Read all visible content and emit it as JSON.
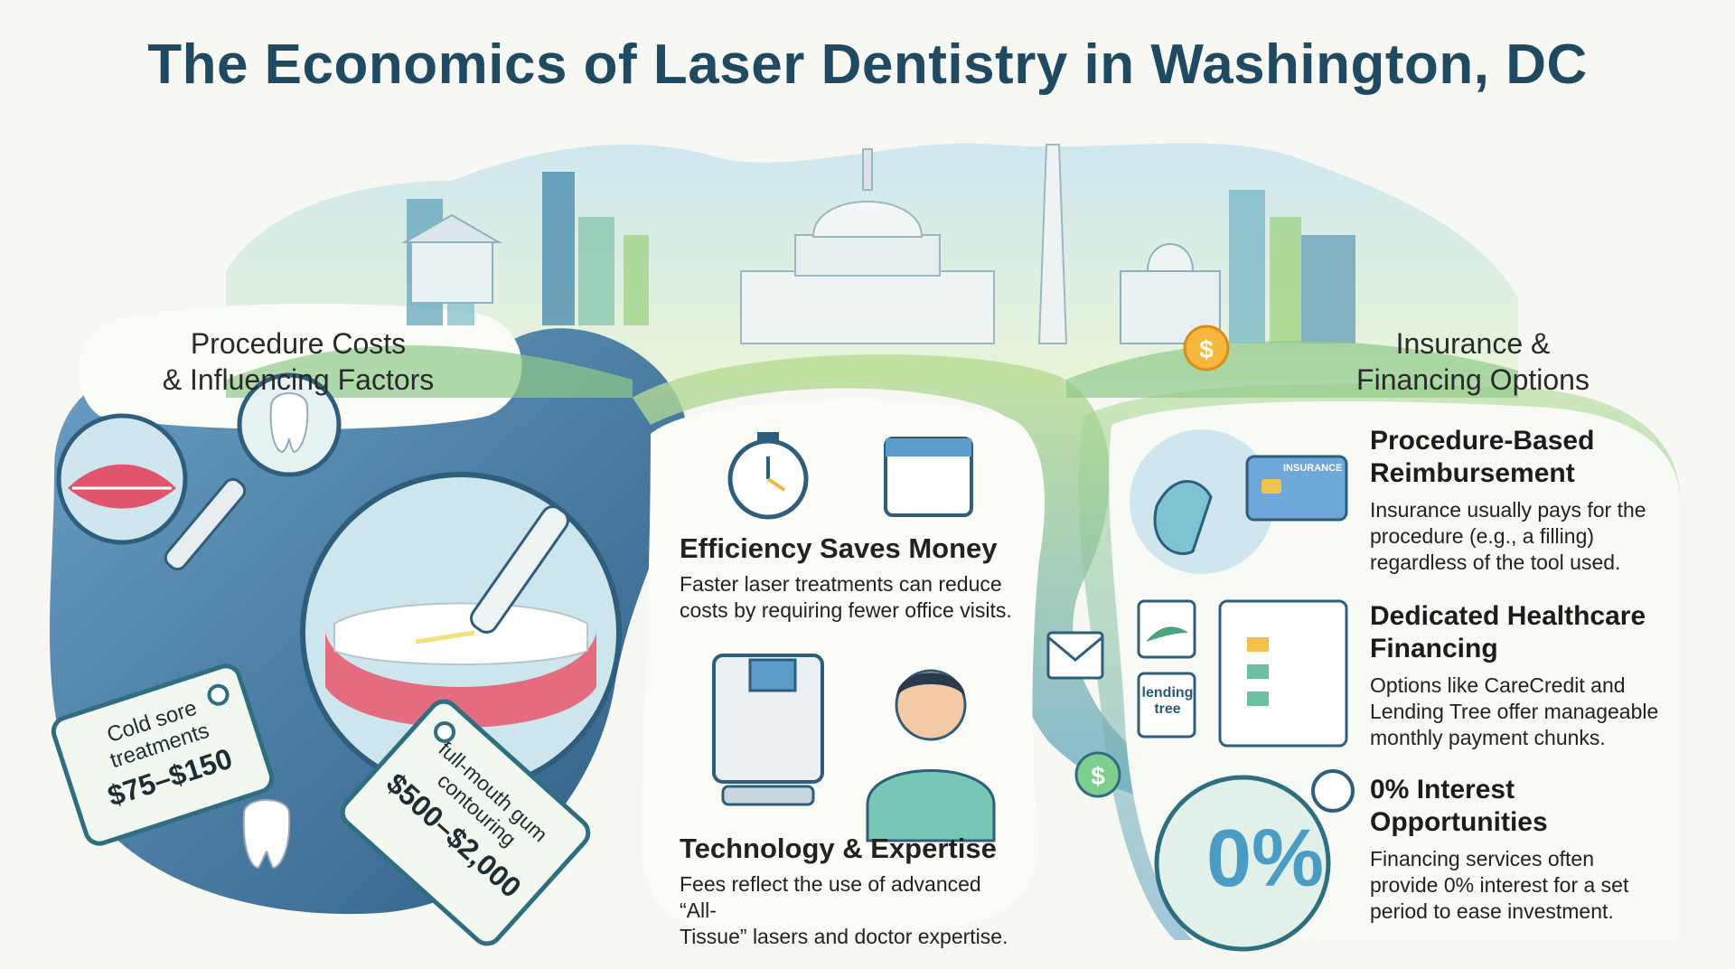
{
  "title": "The Economics of Laser Dentistry in Washington, DC",
  "left_section": {
    "title_line1": "Procedure Costs",
    "title_line2": "& Influencing Factors",
    "tag1": {
      "line1": "Cold sore",
      "line2": "treatments",
      "price": "$75–$150"
    },
    "tag2": {
      "line1": "full-mouth gum",
      "line2": "contouring",
      "price": "$500–$2,000"
    }
  },
  "middle_section": {
    "efficiency": {
      "heading": "Efficiency Saves Money",
      "text_line1": "Faster laser treatments can reduce",
      "text_line2": "costs by requiring fewer office visits."
    },
    "technology": {
      "heading": "Technology & Expertise",
      "text_line1": "Fees reflect the use of advanced “All-",
      "text_line2": "Tissue” lasers and doctor expertise."
    }
  },
  "right_section": {
    "title_line1": "Insurance &",
    "title_line2": "Financing Options",
    "card_label": "INSURANCE",
    "lending_logo_line1": "lending",
    "lending_logo_line2": "tree",
    "zero_badge": "0%",
    "items": [
      {
        "heading_line1": "Procedure-Based",
        "heading_line2": "Reimbursement",
        "text_line1": "Insurance usually pays for the",
        "text_line2": "procedure (e.g., a filling)",
        "text_line3": "regardless of the tool used."
      },
      {
        "heading_line1": "Dedicated Healthcare",
        "heading_line2": "Financing",
        "text_line1": "Options like CareCredit and",
        "text_line2": "Lending Tree offer manageable",
        "text_line3": "monthly payment chunks."
      },
      {
        "heading_line1": "0% Interest",
        "heading_line2": "Opportunities",
        "text_line1": "Financing services often",
        "text_line2": "provide 0% interest for a set",
        "text_line3": "period to ease investment."
      }
    ]
  },
  "colors": {
    "title": "#1f4a62",
    "teal": "#2f6e80",
    "green": "#7cc37a",
    "blue": "#4a86b8"
  }
}
